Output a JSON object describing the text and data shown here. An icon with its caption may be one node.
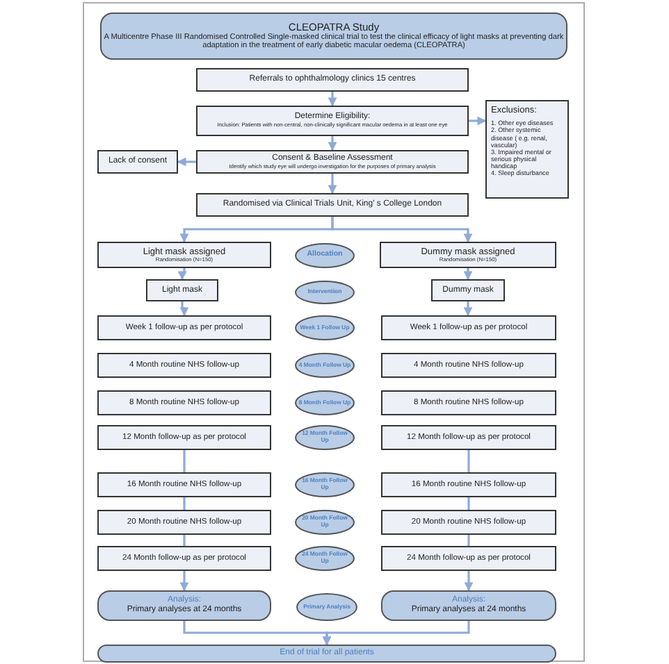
{
  "diagram": {
    "nodes": [
      {
        "text": [
          "CLEOPATRA Study",
          "A Multicentre Phase III Randomised Controlled Single-masked clinical trial to test the clinical efficacy of light masks at preventing dark adaptation in the treatment of early diabetic macular oedema (CLEOPATRA)"
        ]
      },
      {
        "text": [
          "Referrals to ophthalmology clinics 15 centres"
        ]
      },
      {
        "text": [
          "Determine Eligibility:",
          "Inclusion: Patients with non-central, non-clinically significant macular oedema in at least one eye"
        ]
      },
      {
        "text": [
          "Exclusions:",
          "1. Other eye diseases",
          "2. Other systemic disease ( e.g. renal, vascular)",
          "3. Impaired mental or serious physical handicap",
          "4. Sleep disturbance"
        ]
      },
      {
        "text": [
          "Lack of consent"
        ]
      },
      {
        "text": [
          "Consent & Baseline Assessment",
          "Identify which study eye will undergo investigation for the purposes of primary analysis"
        ]
      },
      {
        "text": [
          "Randomised via Clinical Trials Unit, King' s College London"
        ]
      },
      {
        "text": [
          "Light mask assigned",
          "Randomisation (N=150)"
        ]
      },
      {
        "text": [
          "Allocation"
        ]
      },
      {
        "text": [
          "Dummy mask assigned",
          "Randomisation (N=150)"
        ]
      },
      {
        "text": [
          "Light mask"
        ]
      },
      {
        "text": [
          "Intervention"
        ]
      },
      {
        "text": [
          "Dummy mask"
        ]
      },
      {
        "text": [
          "Week 1 follow-up as per protocol"
        ]
      },
      {
        "text": [
          "Week 1 Follow Up"
        ]
      },
      {
        "text": [
          "Week 1 follow-up as per protocol"
        ]
      },
      {
        "text": [
          "4 Month routine NHS follow-up"
        ]
      },
      {
        "text": [
          "4 Month Follow Up"
        ]
      },
      {
        "text": [
          "4 Month routine NHS follow-up"
        ]
      },
      {
        "text": [
          "8 Month routine NHS follow-up"
        ]
      },
      {
        "text": [
          "8 Month Follow Up"
        ]
      },
      {
        "text": [
          "8 Month routine NHS follow-up"
        ]
      },
      {
        "text": [
          "12 Month follow-up as per protocol"
        ]
      },
      {
        "text": [
          "12 Month Follow Up"
        ]
      },
      {
        "text": [
          "12 Month follow-up as per protocol"
        ]
      },
      {
        "text": [
          "16 Month routine NHS follow-up"
        ]
      },
      {
        "text": [
          "16 Month Follow Up"
        ]
      },
      {
        "text": [
          "16 Month routine NHS follow-up"
        ]
      },
      {
        "text": [
          "20 Month routine NHS follow-up"
        ]
      },
      {
        "text": [
          "20 Month Follow Up"
        ]
      },
      {
        "text": [
          "20 Month routine NHS follow-up"
        ]
      },
      {
        "text": [
          "24 Month follow-up as per protocol"
        ]
      },
      {
        "text": [
          "24 Month Follow Up"
        ]
      },
      {
        "text": [
          "24 Month follow-up as per protocol"
        ]
      },
      {
        "text": [
          "Analysis:",
          "Primary analyses at 24 months"
        ]
      },
      {
        "text": [
          "Primary Analysis"
        ]
      },
      {
        "text": [
          "Analysis:",
          "Primary analyses at 24 months"
        ]
      },
      {
        "text": [
          "End of trial for all patients"
        ]
      }
    ],
    "edges": [
      {
        "from": 1,
        "to": 2,
        "arrow": "to"
      },
      {
        "from": 2,
        "to": 3,
        "arrow": "to"
      },
      {
        "from": 2,
        "to": 5,
        "arrow": "to"
      },
      {
        "from": 5,
        "to": 4,
        "arrow": "to"
      },
      {
        "from": 5,
        "to": 6,
        "arrow": "to"
      },
      {
        "from": 6,
        "to": 7,
        "arrow": "to"
      },
      {
        "from": 6,
        "to": 9,
        "arrow": "to"
      },
      {
        "from": 7,
        "to": 10,
        "arrow": "to"
      },
      {
        "from": 9,
        "to": 12,
        "arrow": "to"
      },
      {
        "from": 10,
        "to": 13,
        "arrow": "to"
      },
      {
        "from": 12,
        "to": 15,
        "arrow": "to"
      },
      {
        "from": 22,
        "to": 25,
        "arrow": "none"
      },
      {
        "from": 24,
        "to": 27,
        "arrow": "none"
      },
      {
        "from": 25,
        "to": 28,
        "arrow": "none"
      },
      {
        "from": 27,
        "to": 30,
        "arrow": "none"
      },
      {
        "from": 28,
        "to": 31,
        "arrow": "none"
      },
      {
        "from": 30,
        "to": 33,
        "arrow": "none"
      },
      {
        "from": 31,
        "to": 34,
        "arrow": "to"
      },
      {
        "from": 33,
        "to": 36,
        "arrow": "to"
      },
      {
        "from": 34,
        "to": 37,
        "arrow": "to"
      },
      {
        "from": 36,
        "to": 37,
        "arrow": "to"
      }
    ]
  }
}
